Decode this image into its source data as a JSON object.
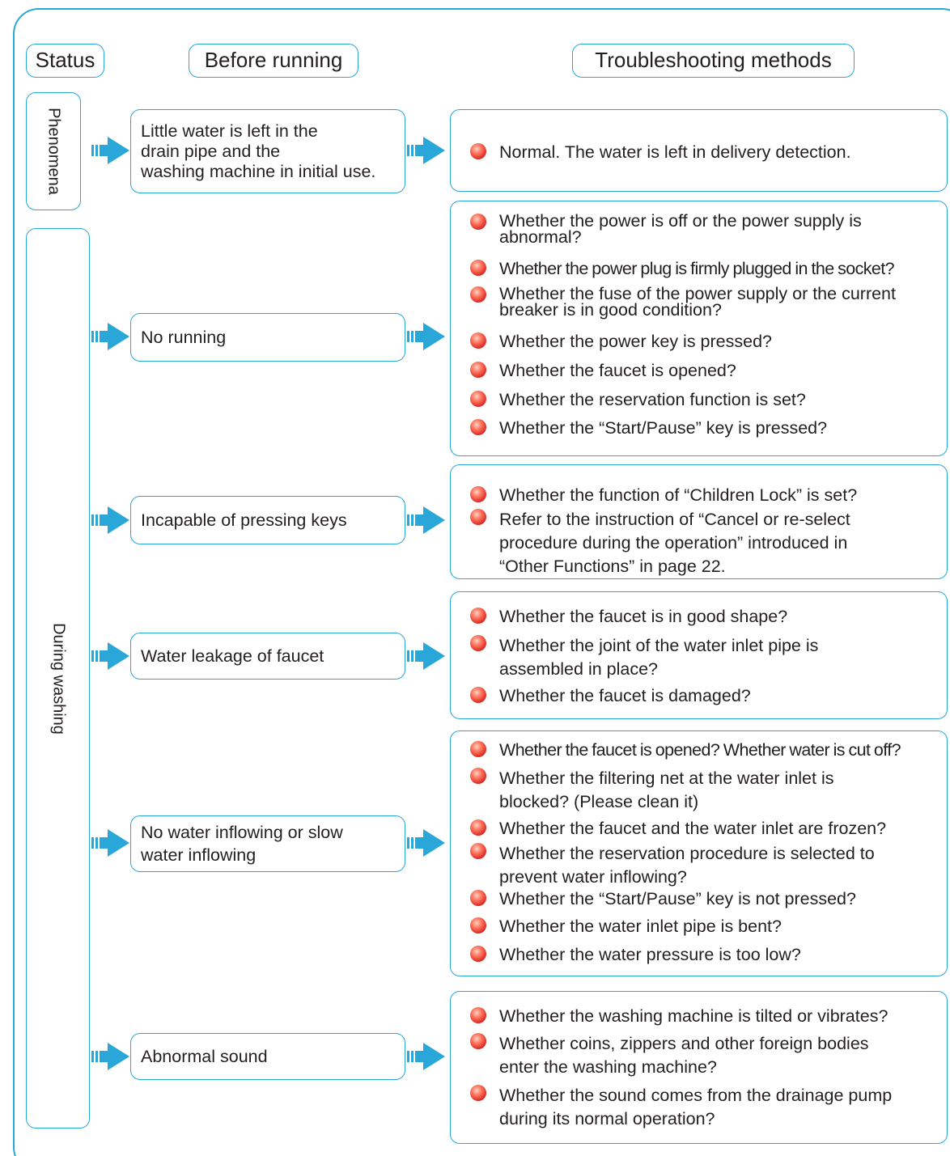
{
  "headers": {
    "status": "Status",
    "before_running": "Before running",
    "troubleshooting": "Troubleshooting methods"
  },
  "status_labels": {
    "phenomena": "Phenomena",
    "during_washing": "During washing"
  },
  "rows": [
    {
      "problem": [
        "Little water is left in the",
        "drain pipe and the",
        "washing machine in initial use."
      ],
      "methods": [
        [
          "Normal. The water is left in delivery detection."
        ]
      ]
    },
    {
      "problem": [
        "No running"
      ],
      "methods": [
        [
          "Whether the power is off or the power supply is",
          "abnormal?"
        ],
        [
          "Whether the power plug is firmly plugged in the socket?"
        ],
        [
          "Whether the fuse of the power supply or the current",
          "breaker is in good condition?"
        ],
        [
          "Whether the power key is pressed?"
        ],
        [
          "Whether the faucet is opened?"
        ],
        [
          "Whether the reservation function is set?"
        ],
        [
          "Whether the “Start/Pause” key is pressed?"
        ]
      ]
    },
    {
      "problem": [
        "Incapable of pressing keys"
      ],
      "methods": [
        [
          "Whether the function of “Children Lock” is set?"
        ],
        [
          "Refer to the instruction of “Cancel or re-select",
          "procedure during the operation” introduced in",
          "“Other Functions” in page 22."
        ]
      ]
    },
    {
      "problem": [
        "Water leakage of faucet"
      ],
      "methods": [
        [
          "Whether the faucet is in good shape?"
        ],
        [
          "Whether the joint of the water inlet pipe is",
          "assembled in place?"
        ],
        [
          "Whether the faucet is damaged?"
        ]
      ]
    },
    {
      "problem": [
        "No water inflowing or slow",
        "water inflowing"
      ],
      "methods": [
        [
          "Whether the faucet is opened? Whether water is cut off?"
        ],
        [
          "Whether the filtering net at the water inlet is",
          "blocked? (Please clean it)"
        ],
        [
          "Whether the faucet and the water inlet are frozen?"
        ],
        [
          "Whether the reservation procedure is selected to",
          "prevent water inflowing?"
        ],
        [
          "Whether the “Start/Pause” key is not pressed?"
        ],
        [
          "Whether the water inlet pipe is bent?"
        ],
        [
          "Whether the water pressure is too low?"
        ]
      ]
    },
    {
      "problem": [
        "Abnormal sound"
      ],
      "methods": [
        [
          "Whether the washing machine is tilted or vibrates?"
        ],
        [
          "Whether coins, zippers and other foreign bodies",
          "enter the washing machine?"
        ],
        [
          "Whether the sound comes from the drainage pump",
          "during its normal operation?"
        ]
      ]
    }
  ]
}
